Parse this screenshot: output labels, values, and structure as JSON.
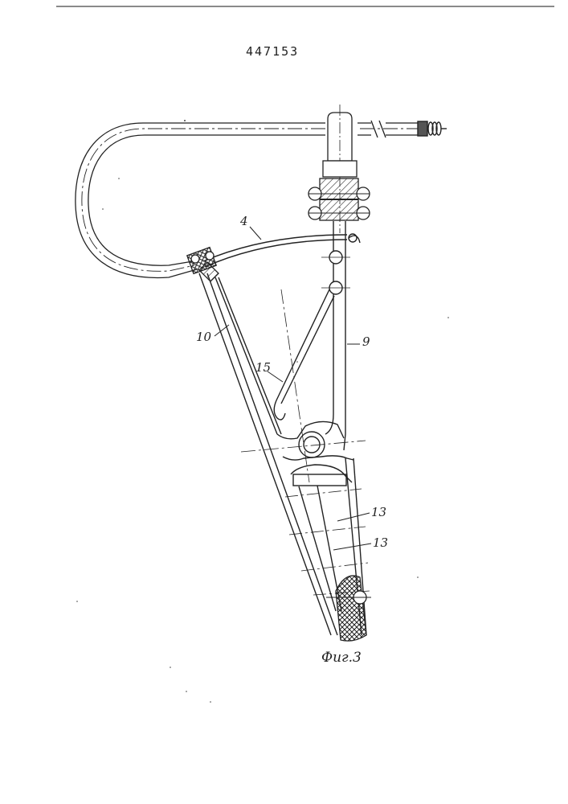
{
  "document": {
    "number": "447153",
    "figure_caption": "Фиг.3"
  },
  "labels": {
    "l4": "4",
    "l9": "9",
    "l10": "10",
    "l13a": "13",
    "l13b": "13",
    "l15": "15"
  },
  "colors": {
    "ink": "#222222",
    "background": "#ffffff"
  }
}
